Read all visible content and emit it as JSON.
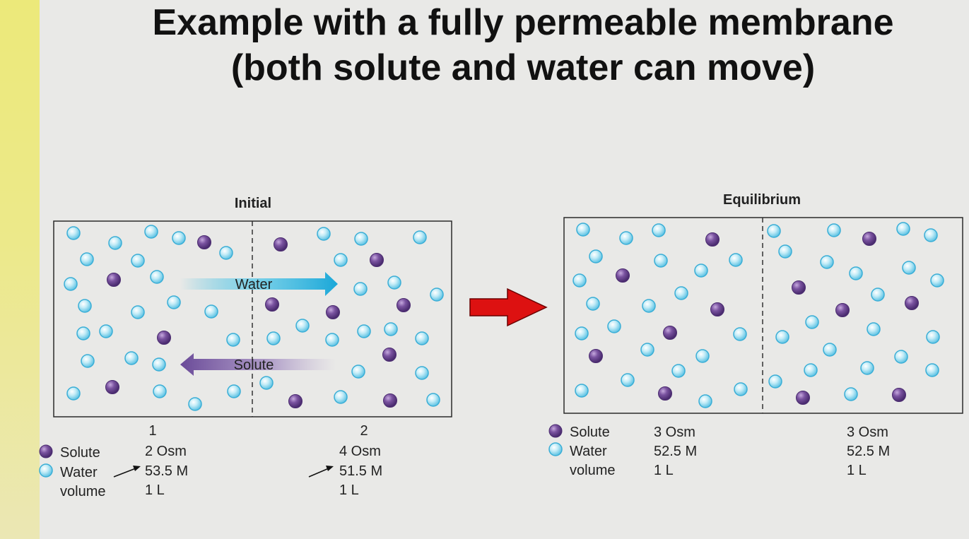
{
  "slide": {
    "title_line1": "Example with a fully permeable membrane",
    "title_line2": "(both solute and water can move)"
  },
  "colors": {
    "side_bar": "#ece97a",
    "solute": "#6f4a93",
    "water": "#7fd0ea",
    "transition_arrow": "#dd1111"
  },
  "initial": {
    "heading": "Initial",
    "water_arrow_label": "Water",
    "solute_arrow_label": "Solute",
    "compartments": [
      "1",
      "2"
    ],
    "rows": [
      {
        "icon": "solute",
        "label": "Solute",
        "values": [
          "2 Osm",
          "4 Osm"
        ]
      },
      {
        "icon": "water",
        "label": "Water",
        "values": [
          "53.5 M",
          "51.5 M"
        ]
      },
      {
        "icon": "",
        "label": "volume",
        "values": [
          "1 L",
          "1 L"
        ]
      }
    ]
  },
  "equilibrium": {
    "heading": "Equilibrium",
    "rows": [
      {
        "icon": "solute",
        "label": "Solute",
        "values": [
          "3 Osm",
          "3 Osm"
        ]
      },
      {
        "icon": "water",
        "label": "Water",
        "values": [
          "52.5 M",
          "52.5 M"
        ]
      },
      {
        "icon": "",
        "label": "volume",
        "values": [
          "1 L",
          "1 L"
        ]
      }
    ]
  }
}
